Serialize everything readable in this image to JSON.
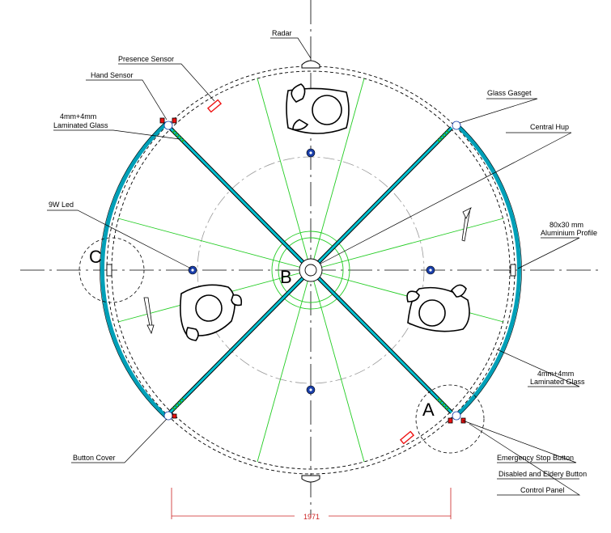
{
  "labels": {
    "radar": "Radar",
    "presence_sensor": "Presence Sensor",
    "hand_sensor": "Hand Sensor",
    "laminated_glass_top_line1": "4mm+4mm",
    "laminated_glass_top_line2": "Laminated Glass",
    "glass_gasket": "Glass Gasget",
    "central_hub": "Central Hup",
    "led": "9W Led",
    "profile_line1": "80x30 mm",
    "profile_line2": "Aluminium Profile",
    "laminated_glass_right_line1": "4mm+4mm",
    "laminated_glass_right_line2": "Laminated Glass",
    "button_cover": "Button Cover",
    "emergency_stop": "Emergency Stop Button",
    "disabled_button": "Disabled and Eldery Button",
    "control_panel": "Control Panel"
  },
  "sections": {
    "a": "A",
    "b": "B",
    "c": "C"
  },
  "dimension": {
    "value": "1971"
  },
  "colors": {
    "glass": "#00a0b8",
    "sensor_lines": "#22cc22",
    "sensor_red": "#ee1111",
    "led_blue": "#1a3faa",
    "dimension": "#cc2222"
  }
}
